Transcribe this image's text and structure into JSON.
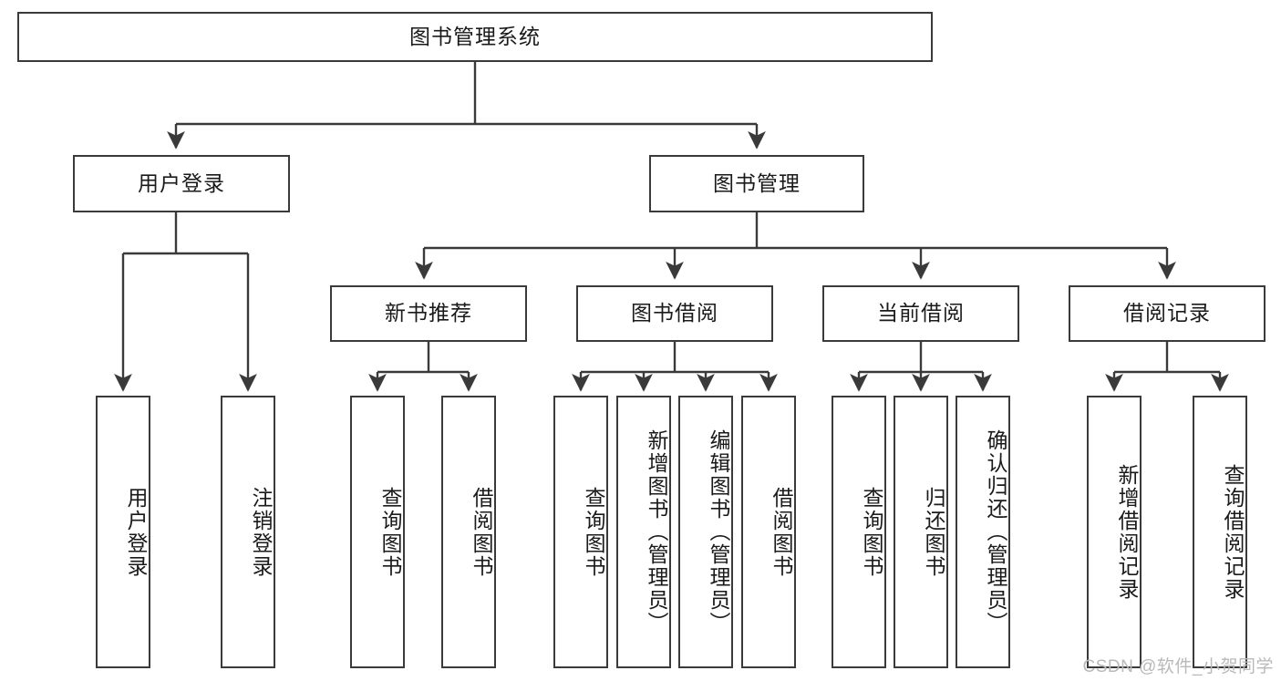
{
  "diagram": {
    "title": "图书管理系统",
    "type": "tree-hierarchy",
    "root": {
      "label": "图书管理系统"
    },
    "level2": [
      {
        "id": "user-login",
        "label": "用户登录"
      },
      {
        "id": "book-management",
        "label": "图书管理"
      }
    ],
    "level3": [
      {
        "id": "new-book-recommend",
        "label": "新书推荐",
        "parent": "book-management"
      },
      {
        "id": "book-borrow",
        "label": "图书借阅",
        "parent": "book-management"
      },
      {
        "id": "current-borrow",
        "label": "当前借阅",
        "parent": "book-management"
      },
      {
        "id": "borrow-record",
        "label": "借阅记录",
        "parent": "book-management"
      }
    ],
    "leaves": {
      "user-login": [
        {
          "id": "leaf-user-login",
          "label": "用户登录"
        },
        {
          "id": "leaf-logout-login",
          "label": "注销登录"
        }
      ],
      "new-book-recommend": [
        {
          "id": "leaf-query-book-1",
          "label": "查询图书"
        },
        {
          "id": "leaf-borrow-book-1",
          "label": "借阅图书"
        }
      ],
      "book-borrow": [
        {
          "id": "leaf-query-book-2",
          "label": "查询图书"
        },
        {
          "id": "leaf-add-book",
          "label": "新增图书（管理员）"
        },
        {
          "id": "leaf-edit-book",
          "label": "编辑图书（管理员）"
        },
        {
          "id": "leaf-borrow-book-2",
          "label": "借阅图书"
        }
      ],
      "current-borrow": [
        {
          "id": "leaf-query-book-3",
          "label": "查询图书"
        },
        {
          "id": "leaf-return-book",
          "label": "归还图书"
        },
        {
          "id": "leaf-confirm-return",
          "label": "确认归还（管理员）"
        }
      ],
      "borrow-record": [
        {
          "id": "leaf-add-record",
          "label": "新增借阅记录"
        },
        {
          "id": "leaf-query-record",
          "label": "查询借阅记录"
        }
      ]
    }
  },
  "watermark": "CSDN @软件_小贺同学",
  "colors": {
    "stroke": "#3a3a3a",
    "text": "#1a1a1a",
    "background": "#ffffff",
    "watermark": "#b9b9b9"
  }
}
